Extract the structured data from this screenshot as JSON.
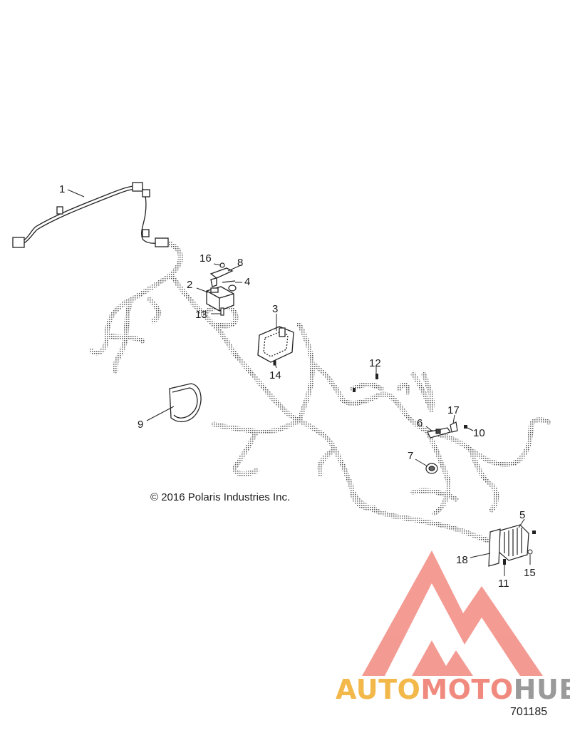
{
  "callouts": [
    {
      "id": "1",
      "label": "1"
    },
    {
      "id": "2",
      "label": "2"
    },
    {
      "id": "3",
      "label": "3"
    },
    {
      "id": "4",
      "label": "4"
    },
    {
      "id": "5",
      "label": "5"
    },
    {
      "id": "6",
      "label": "6"
    },
    {
      "id": "7",
      "label": "7"
    },
    {
      "id": "8",
      "label": "8"
    },
    {
      "id": "9",
      "label": "9"
    },
    {
      "id": "10",
      "label": "10"
    },
    {
      "id": "11",
      "label": "11"
    },
    {
      "id": "12",
      "label": "12"
    },
    {
      "id": "13",
      "label": "13"
    },
    {
      "id": "14",
      "label": "14"
    },
    {
      "id": "15",
      "label": "15"
    },
    {
      "id": "16",
      "label": "16"
    },
    {
      "id": "17",
      "label": "17"
    },
    {
      "id": "18",
      "label": "18"
    }
  ],
  "copyright": "© 2016 Polaris Industries Inc.",
  "diagram_number": "701185",
  "watermark": {
    "part1": "AUTO",
    "part2": "MOTO",
    "part3": "HUB",
    "colors": {
      "auto": "#f2b84a",
      "moto": "#f08a7e",
      "hub": "#9a9a9a",
      "logo": "#f07a70"
    }
  }
}
